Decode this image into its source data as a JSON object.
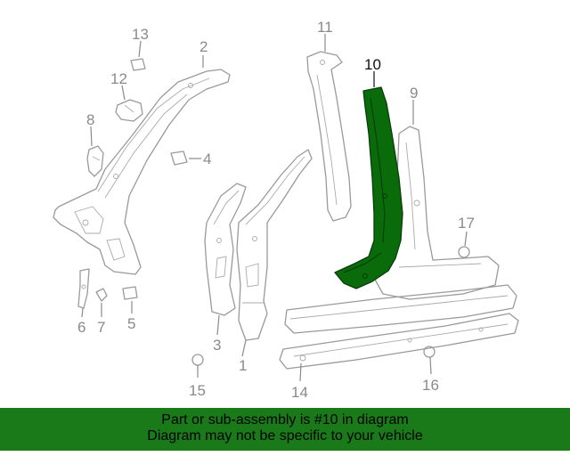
{
  "diagram": {
    "callouts": [
      "1",
      "2",
      "3",
      "4",
      "5",
      "6",
      "7",
      "8",
      "9",
      "10",
      "11",
      "12",
      "13",
      "14",
      "15",
      "16",
      "17"
    ],
    "highlighted_part": "10",
    "colors": {
      "highlight": "#0a6b0a",
      "banner": "#1a7a1a",
      "callout": "#8a8a8a"
    }
  },
  "banner": {
    "line1": "Part or sub-assembly is #10 in diagram",
    "line2": "Diagram may not be specific to your vehicle"
  }
}
